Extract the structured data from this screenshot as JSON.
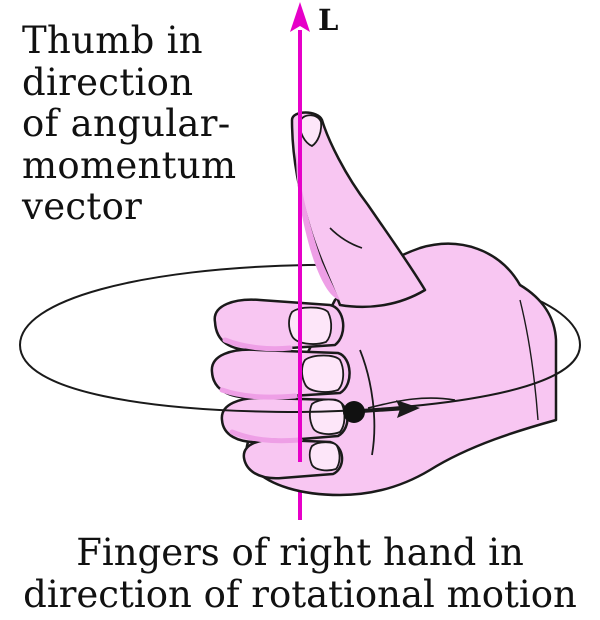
{
  "captions": {
    "thumb_lines": [
      "Thumb in",
      "direction",
      "of angular-",
      "momentum",
      "vector"
    ],
    "fingers_lines": [
      "Fingers of right hand in",
      "direction of rotational motion"
    ]
  },
  "vector": {
    "label": "L"
  },
  "colors": {
    "axis": "#e600c8",
    "hand_fill": "#f8c6f2",
    "hand_shade": "#ee9fe6",
    "outline": "#1a1a1a",
    "text": "#111111"
  },
  "icons": {
    "hand": "right-hand-thumbs-up",
    "arrow": "angular-momentum-arrow",
    "orbit": "rotation-ellipse",
    "particle": "rotating-point"
  }
}
